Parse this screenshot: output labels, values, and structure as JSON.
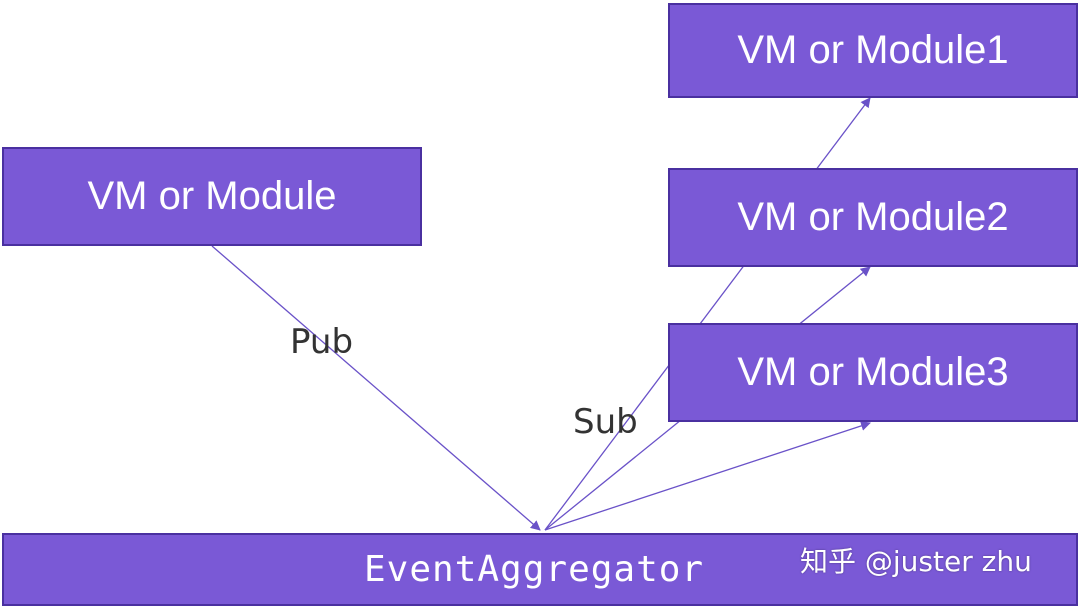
{
  "boxes": {
    "publisher": "VM or Module",
    "subscriber1": "VM or Module1",
    "subscriber2": "VM or Module2",
    "subscriber3": "VM or Module3",
    "aggregator": "EventAggregator"
  },
  "labels": {
    "pub": "Pub",
    "sub": "Sub"
  },
  "watermark": "知乎 @juster zhu",
  "colors": {
    "box_fill": "#7a59d6",
    "box_border": "#4a30a0",
    "arrow": "#6a52c8",
    "label_text": "#333333"
  }
}
